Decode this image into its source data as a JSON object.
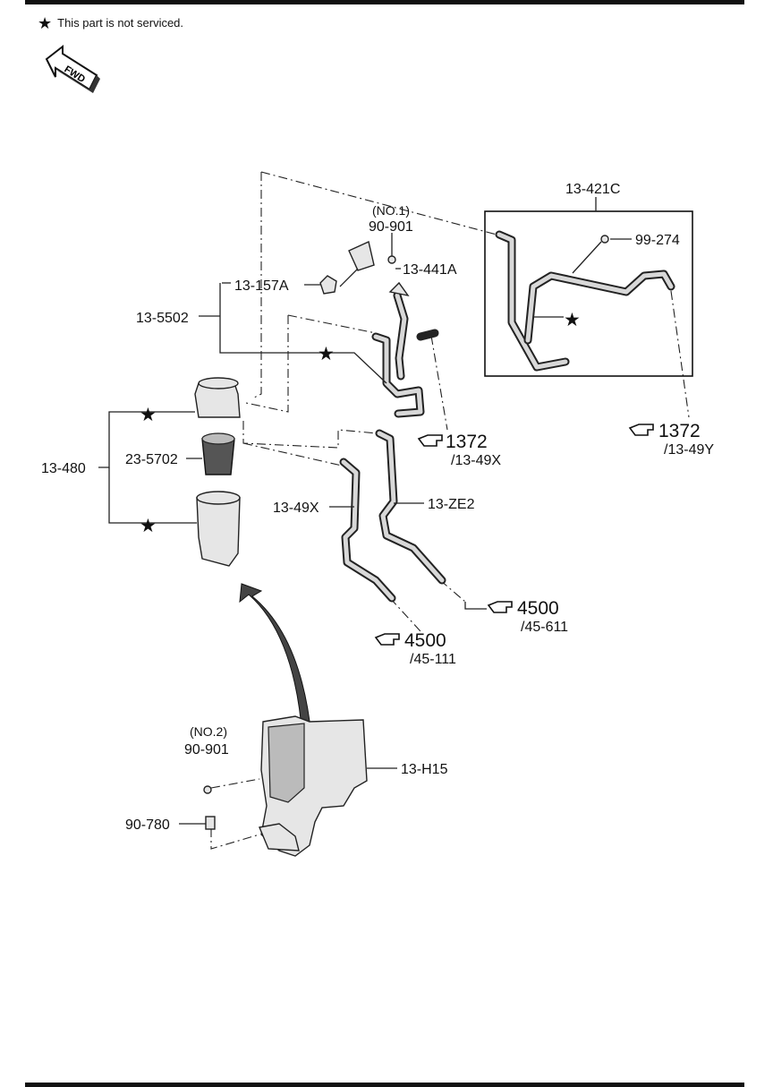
{
  "note": {
    "symbol": "★",
    "text": "This part is not serviced."
  },
  "fwd_label": "FWD",
  "labels": {
    "no1": "(NO.1)",
    "p90_901_a": "90-901",
    "p13_441A": "13-441A",
    "p13_157A": "13-157A",
    "p13_5502": "13-5502",
    "p13_421C": "13-421C",
    "p99_274": "99-274",
    "p13_480": "13-480",
    "p23_5702": "23-5702",
    "p13_49X": "13-49X",
    "p13_ZE2": "13-ZE2",
    "no2": "(NO.2)",
    "p90_901_b": "90-901",
    "p13_H15": "13-H15",
    "p90_780": "90-780"
  },
  "refs": [
    {
      "num": "1372",
      "sub": "/13-49X"
    },
    {
      "num": "1372",
      "sub": "/13-49Y"
    },
    {
      "num": "4500",
      "sub": "/45-611"
    },
    {
      "num": "4500",
      "sub": "/45-111"
    }
  ],
  "star_symbol": "★"
}
